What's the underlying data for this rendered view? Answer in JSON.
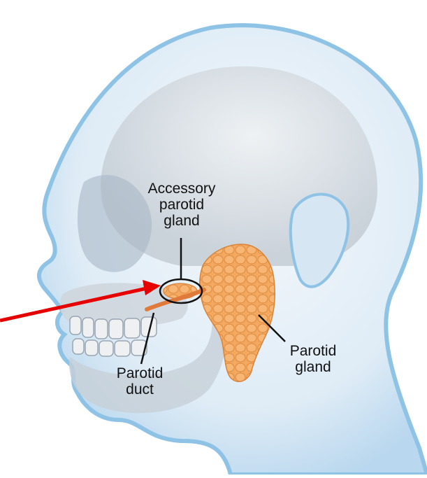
{
  "labels": {
    "accessory": {
      "lines": [
        "Accessory",
        "parotid",
        "gland"
      ]
    },
    "duct": {
      "lines": [
        "Parotid",
        "duct"
      ]
    },
    "parotid": {
      "lines": [
        "Parotid",
        "gland"
      ]
    }
  },
  "colors": {
    "head_outline": "#8ec3e6",
    "head_fill": "#dbeaf6",
    "skull": "#c9d2da",
    "gland": "#f1a45c",
    "gland_dark": "#d98338",
    "arrow": "#e60000",
    "leader": "#111111"
  }
}
